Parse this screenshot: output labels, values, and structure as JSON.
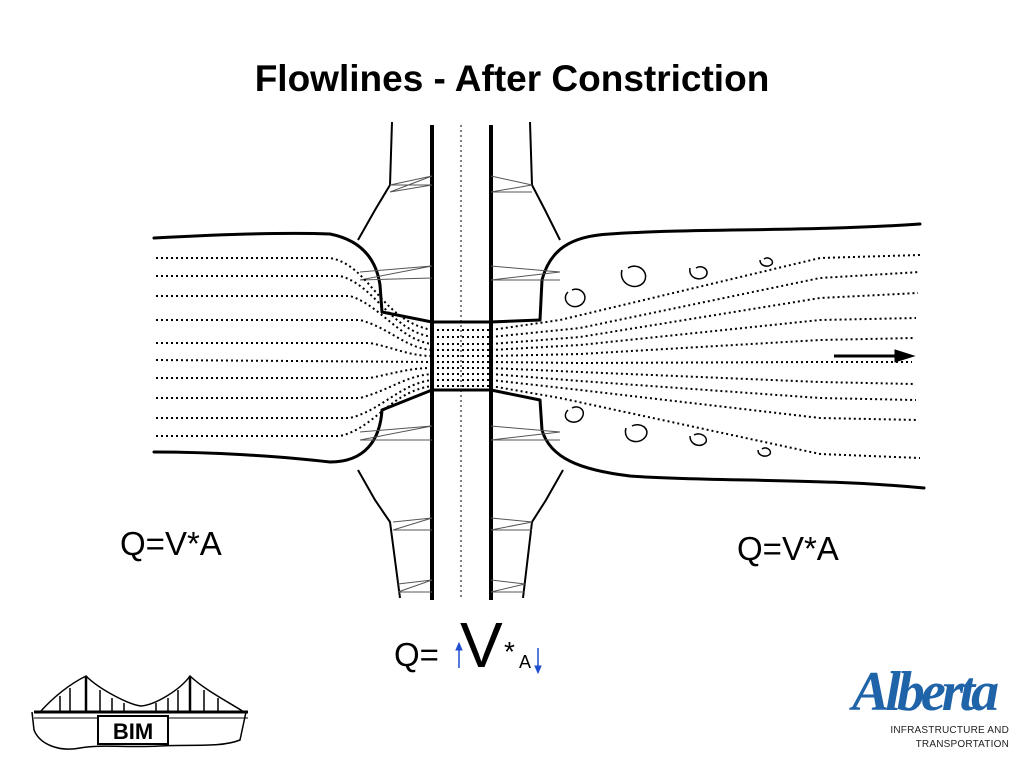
{
  "title": "Flowlines - After Constriction",
  "equations": {
    "upstream": "Q=V*A",
    "downstream": "Q=V*A",
    "center_q": "Q=",
    "center_v": "V",
    "center_star": "*",
    "center_a": "A",
    "center_v_arrow": "up",
    "center_a_arrow": "down"
  },
  "logo_left": {
    "label": "BIM"
  },
  "logo_right": {
    "name": "Alberta",
    "line1": "INFRASTRUCTURE AND",
    "line2": "TRANSPORTATION",
    "color": "#1f63a8"
  },
  "arrow_color": "#1f4fd0",
  "flow_direction": "right"
}
